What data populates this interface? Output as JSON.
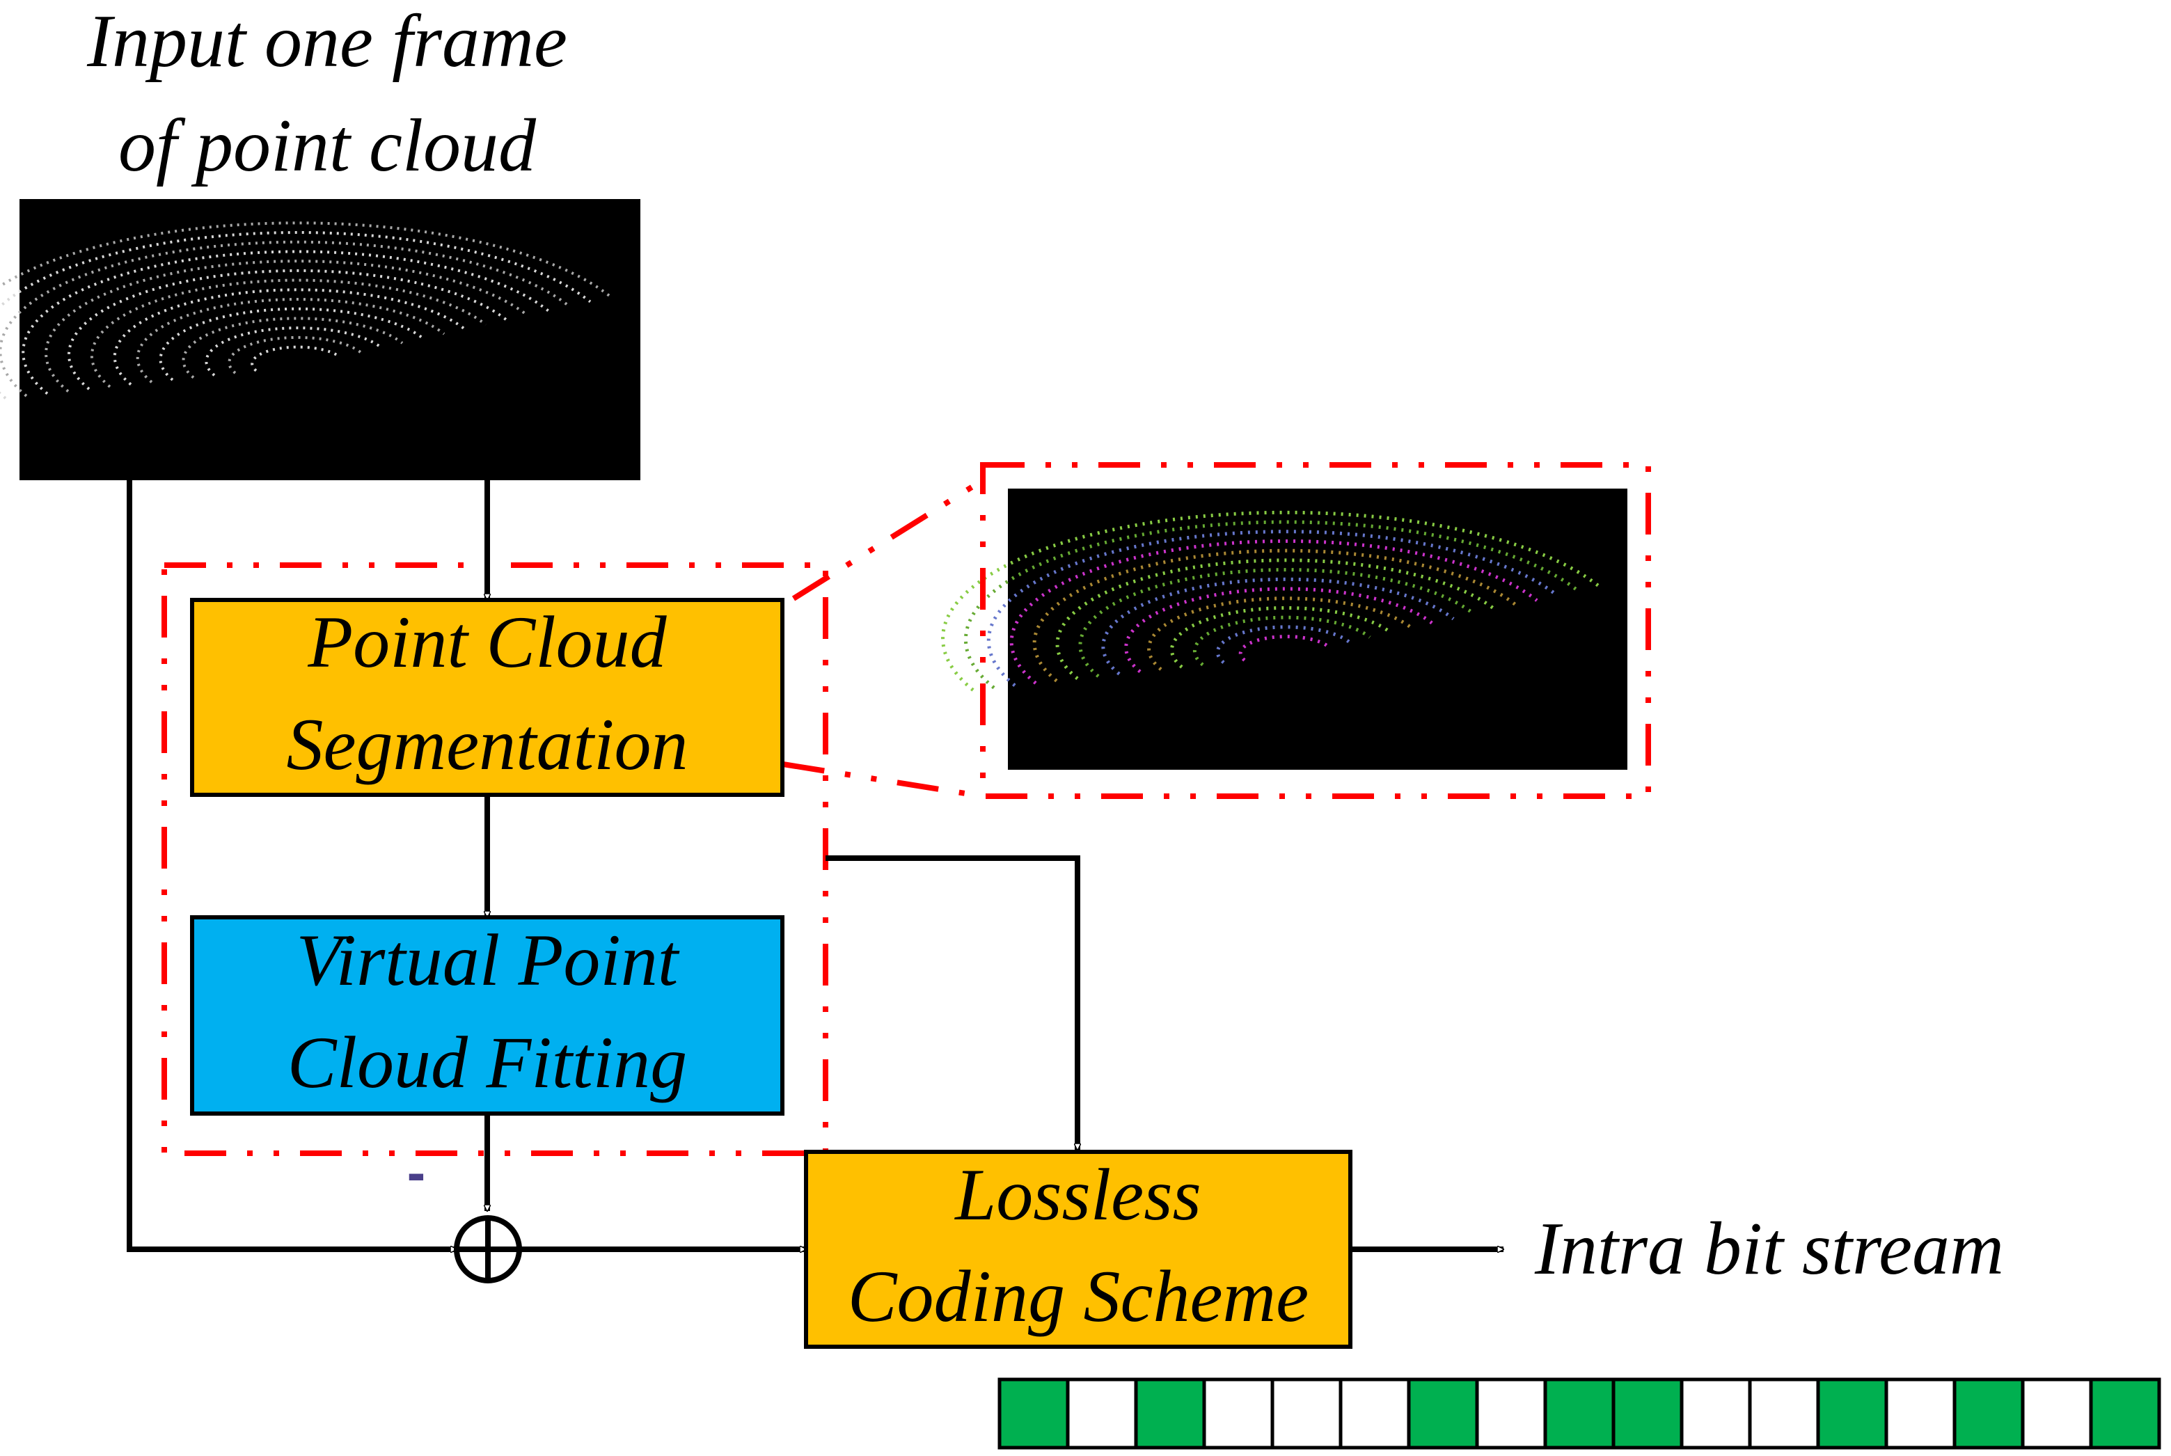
{
  "input": {
    "title_line1": "Input one frame",
    "title_line2": "of point cloud"
  },
  "blocks": {
    "segmentation": {
      "line1": "Point Cloud",
      "line2": "Segmentation",
      "fill": "#FFC000"
    },
    "fitting": {
      "line1": "Virtual Point",
      "line2": "Cloud Fitting",
      "fill": "#00B0F0"
    },
    "coding": {
      "line1": "Lossless",
      "line2": "Coding Scheme",
      "fill": "#FFC000"
    }
  },
  "minus_sign": "-",
  "output_label": "Intra bit stream",
  "bitstream": {
    "bits": [
      1,
      0,
      1,
      0,
      0,
      0,
      1,
      0,
      1,
      1,
      0,
      0,
      1,
      0,
      1,
      0,
      1
    ],
    "on_color": "#00B050",
    "off_color": "#FFFFFF"
  },
  "colors": {
    "dashed_region": "#FF0000",
    "line": "#000000",
    "pointcloud_bg": "#000000",
    "segmented_colors": [
      "#cc33cc",
      "#6677cc",
      "#66aa33",
      "#88cc44",
      "#aa8833"
    ]
  }
}
